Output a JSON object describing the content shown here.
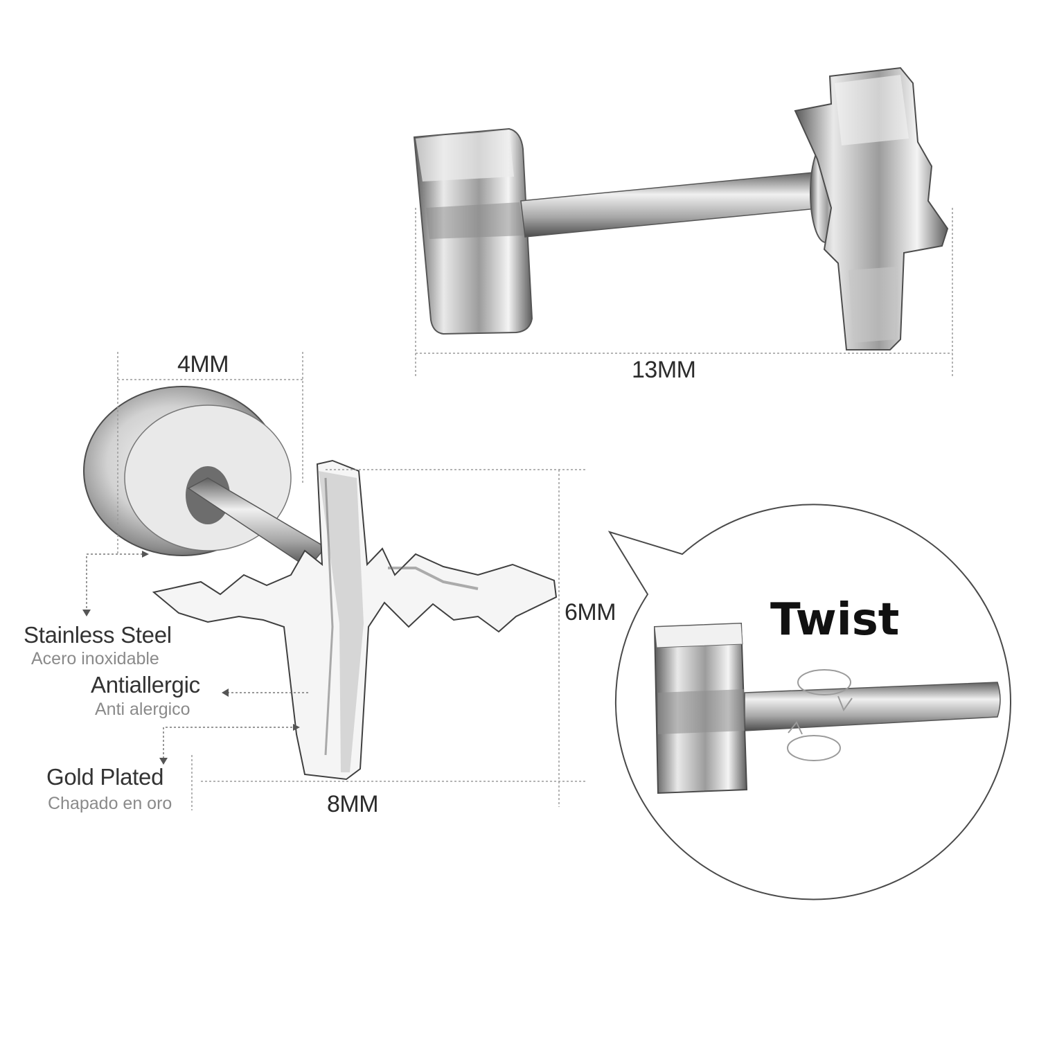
{
  "dimensions": {
    "length": "13MM",
    "head_diameter": "4MM",
    "height": "6MM",
    "width": "8MM"
  },
  "features": [
    {
      "en": "Stainless Steel",
      "es": "Acero inoxidable"
    },
    {
      "en": "Antiallergic",
      "es": "Anti alergico"
    },
    {
      "en": "Gold Plated",
      "es": "Chapado en oro"
    }
  ],
  "callout": {
    "label": "Twist"
  },
  "colors": {
    "metal_light": "#f4f4f4",
    "metal_mid": "#b9b9b9",
    "metal_dark": "#5e5e5e",
    "dim_line": "#9a9a9a"
  }
}
